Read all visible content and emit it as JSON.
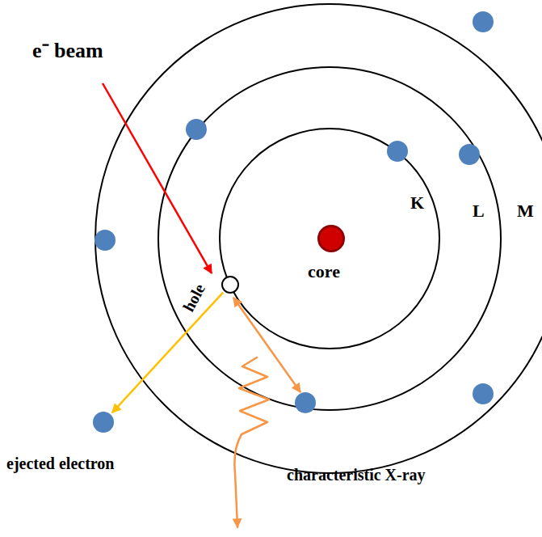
{
  "diagram": {
    "nodes": [
      {
        "text": [
          "core"
        ]
      },
      {
        "text": [
          "hole"
        ]
      },
      {
        "text": [
          "ejected electron"
        ]
      }
    ],
    "edges": [
      {
        "from": 1,
        "to": 2,
        "arrow": "to"
      }
    ],
    "labels": [
      "e⁻ beam",
      "K",
      "L",
      "M",
      "characteristic X-ray"
    ]
  }
}
